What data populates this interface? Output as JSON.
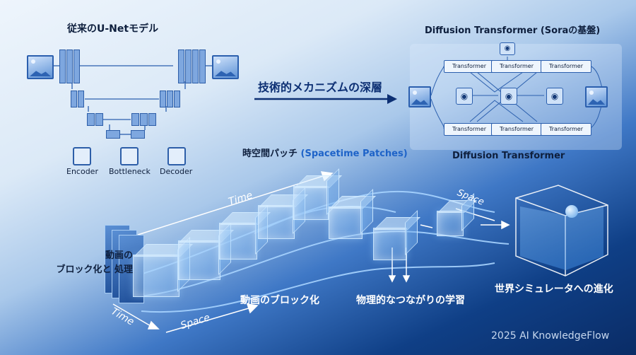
{
  "unet": {
    "title": "従来のU-Netモデル",
    "legend": [
      {
        "label": "Encoder",
        "icon": "encoder-icon"
      },
      {
        "label": "Bottleneck",
        "icon": "bottleneck-icon"
      },
      {
        "label": "Decoder",
        "icon": "decoder-icon"
      }
    ]
  },
  "mechanism": {
    "label": "技術的メカニズムの深層"
  },
  "dit": {
    "title": "Diffusion Transformer (Soraの基盤)",
    "block_label": "Transformer",
    "caption": "Diffusion Transformer"
  },
  "patches": {
    "title_jp": "時空間パッチ",
    "title_en": "(Spacetime Patches)",
    "time_label_top": "Time",
    "time_label_bottom": "Time",
    "space_label_bottom": "Space",
    "space_label_right": "Space"
  },
  "steps": {
    "video_blocking_line1": "動画の",
    "video_blocking_line2": "ブロック化と 処理",
    "video_block": "動画のブロック化",
    "physics_learning": "物理的なつながりの学習",
    "world_sim": "世界シミュレータへの進化"
  },
  "footer": {
    "credit": "2025 AI KnowledgeFlow"
  },
  "colors": {
    "accent": "#2b5fae",
    "navy": "#0e1f3d",
    "arrow": "#0c2f73"
  }
}
